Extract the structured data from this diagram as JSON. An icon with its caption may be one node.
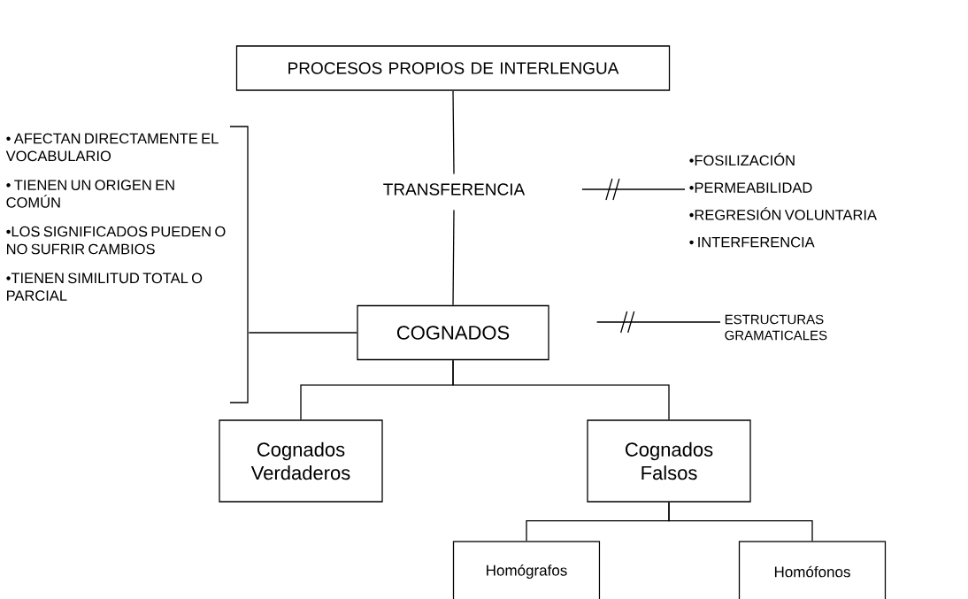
{
  "diagram": {
    "nodes": [
      {
        "text": [
          "PROCESOS PROPIOS DE INTERLENGUA"
        ]
      },
      {
        "text": [
          "TRANSFERENCIA"
        ]
      },
      {
        "text": [
          "COGNADOS"
        ]
      },
      {
        "text": [
          "Cognados Verdaderos"
        ]
      },
      {
        "text": [
          "Cognados Falsos"
        ]
      },
      {
        "text": [
          "Homógrafos"
        ]
      },
      {
        "text": [
          "Homófonos"
        ]
      },
      {
        "text": [
          "• AFECTAN DIRECTAMENTE EL VOCABULARIO",
          "• TIENEN UN ORIGEN EN COMÚN",
          "•LOS SIGNIFICADOS PUEDEN O NO SUFRIR CAMBIOS",
          "•TIENEN SIMILITUD TOTAL O PARCIAL"
        ]
      },
      {
        "text": [
          "•FOSILIZACIÓN",
          "•PERMEABILIDAD",
          "•REGRESIÓN VOLUNTARIA",
          "• INTERFERENCIA"
        ]
      },
      {
        "text": [
          "ESTRUCTURAS GRAMATICALES"
        ]
      }
    ],
    "edges": [
      {
        "from": 0,
        "to": 1,
        "arrow": "none"
      },
      {
        "from": 1,
        "to": 2,
        "arrow": "none"
      },
      {
        "from": 2,
        "to": 3,
        "arrow": "none"
      },
      {
        "from": 2,
        "to": 4,
        "arrow": "none"
      },
      {
        "from": 4,
        "to": 5,
        "arrow": "none"
      },
      {
        "from": 4,
        "to": 6,
        "arrow": "none"
      },
      {
        "from": 7,
        "to": 2,
        "arrow": "none"
      },
      {
        "from": 1,
        "to": 8,
        "arrow": "none"
      },
      {
        "from": 2,
        "to": 9,
        "arrow": "none"
      }
    ]
  }
}
